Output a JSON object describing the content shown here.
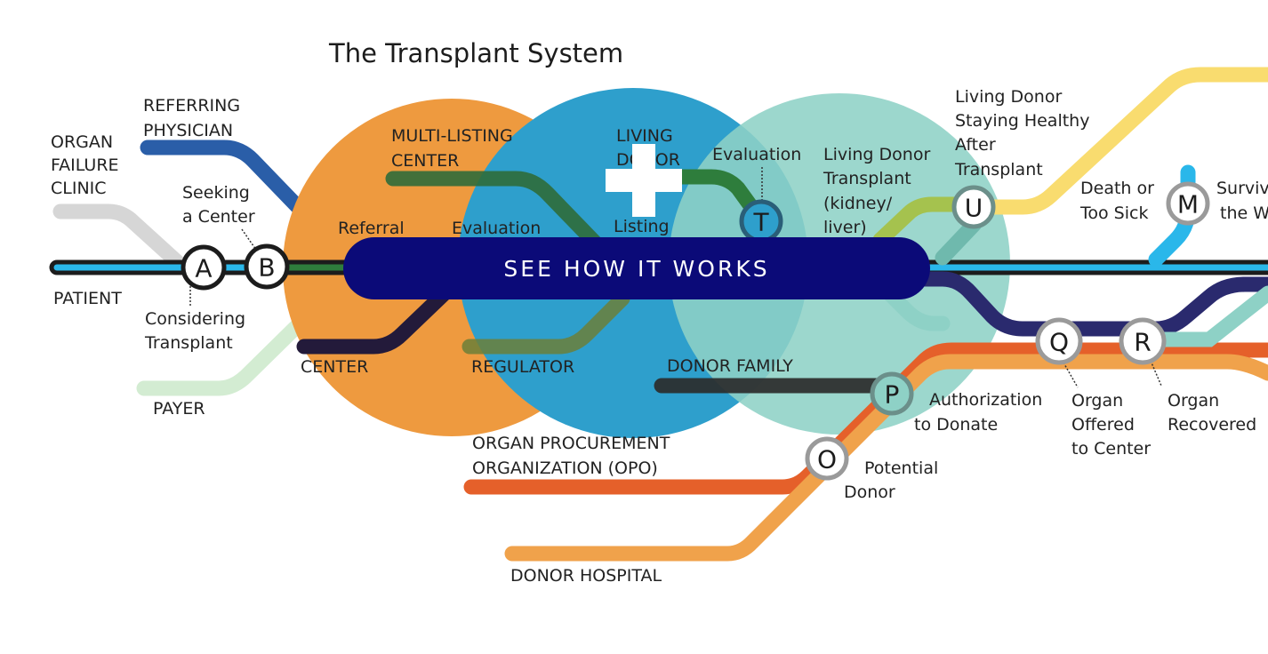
{
  "title": "The Transplant System",
  "cta_label": "SEE HOW IT WORKS",
  "circles": {
    "referral_color": "#ee9a3f",
    "listing_color": "#2e9fcc",
    "transplant_color": "#8ed1c6"
  },
  "stations": {
    "referral": "Referral",
    "evaluation": "Evaluation",
    "listing": "Listing",
    "donor_evaluation": "Evaluation"
  },
  "lines": {
    "organ_failure_clinic": [
      "ORGAN",
      "FAILURE",
      "CLINIC"
    ],
    "referring_physician": [
      "REFERRING",
      "PHYSICIAN"
    ],
    "patient": "PATIENT",
    "payer": "PAYER",
    "center": "CENTER",
    "multi_listing_center": [
      "MULTI-LISTING",
      "CENTER"
    ],
    "regulator": "REGULATOR",
    "living_donor": [
      "LIVING",
      "DONOR"
    ],
    "donor_family": "DONOR FAMILY",
    "opo": [
      "ORGAN PROCUREMENT",
      "ORGANIZATION (OPO)"
    ],
    "donor_hospital": "DONOR HOSPITAL"
  },
  "stops": {
    "A": {
      "letter": "A",
      "caption": [
        "Considering",
        "Transplant"
      ]
    },
    "B": {
      "letter": "B",
      "caption": [
        "Seeking",
        "a Center"
      ]
    },
    "T": {
      "letter": "T",
      "caption": [
        "Living Donor",
        "Transplant",
        "(kidney/",
        "liver)"
      ]
    },
    "U": {
      "letter": "U",
      "caption": [
        "Living Donor",
        "Staying Healthy",
        "After",
        "Transplant"
      ]
    },
    "M": {
      "letter": "M",
      "caption": [
        "Death or",
        "Too Sick"
      ]
    },
    "surviv": {
      "caption": [
        "Surviv",
        "the W"
      ]
    },
    "O": {
      "letter": "O",
      "caption": [
        "Potential",
        "Donor"
      ]
    },
    "P": {
      "letter": "P",
      "caption": [
        "Authorization",
        "to Donate"
      ]
    },
    "Q": {
      "letter": "Q",
      "caption": [
        "Organ",
        "Offered",
        "to Center"
      ]
    },
    "R": {
      "letter": "R",
      "caption": [
        "Organ",
        "Recovered"
      ]
    }
  },
  "line_colors": {
    "gray": "#d6d6d6",
    "blue_dark": "#2a5ea8",
    "patient": "#2ab7ea",
    "payer": "#d3ecd2",
    "center": "#231a3a",
    "multilist": "#2f6b3a",
    "regulator": "#8aa242",
    "living_donor": "#2e7d3c",
    "donor_family": "#2b2b2b",
    "opo": "#e5602a",
    "donor_hospital": "#f0a24b",
    "yellow": "#f9dc6f",
    "lime": "#a5c24e",
    "navy": "#2a2a6e",
    "teal": "#8ed1c6",
    "cyan": "#2ab7ea",
    "brand": "#0b0a78"
  }
}
